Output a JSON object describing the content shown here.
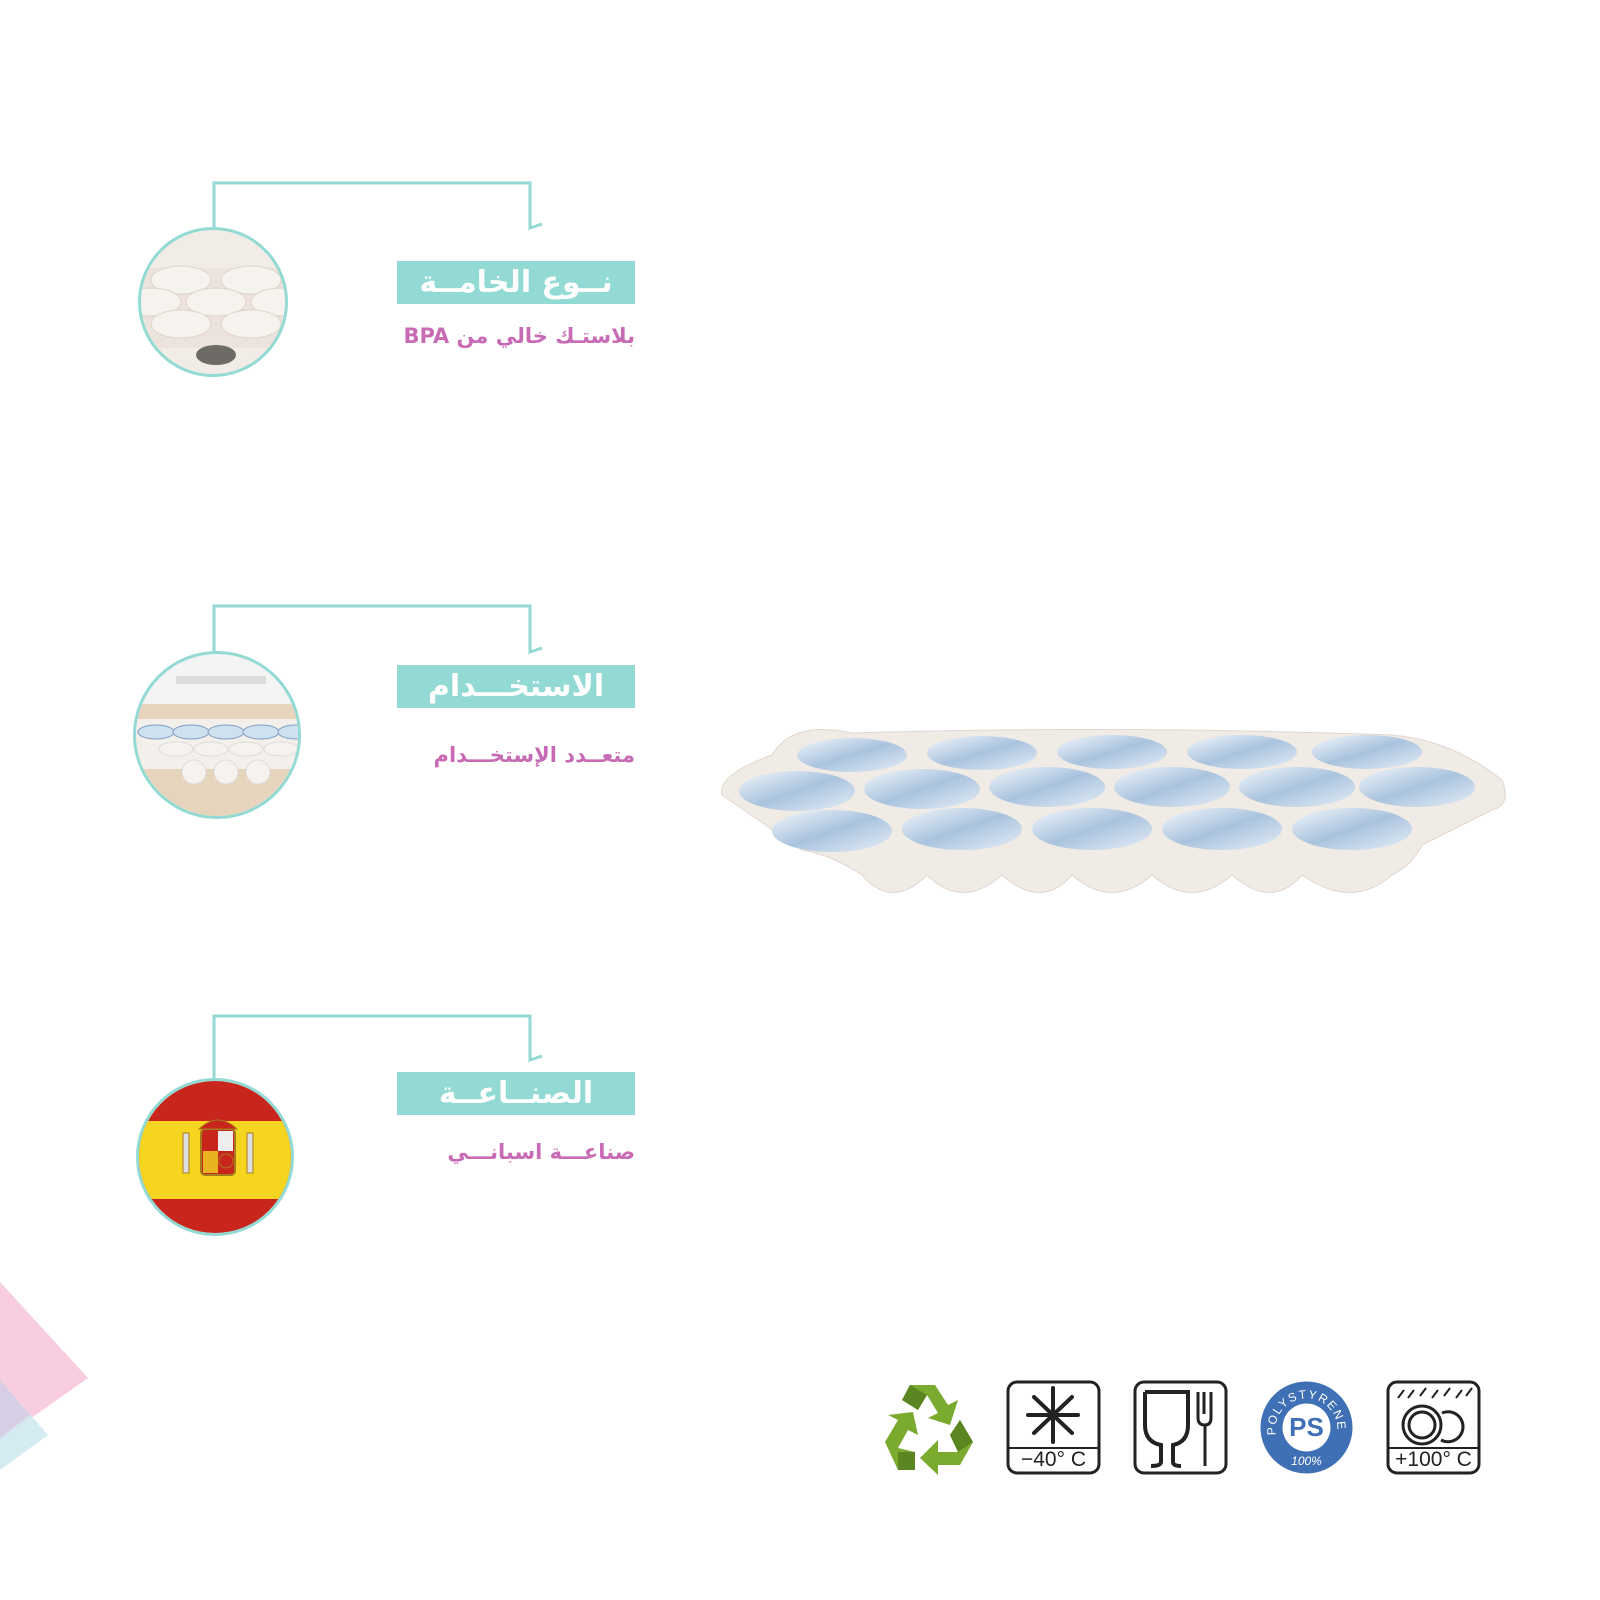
{
  "features": [
    {
      "title": "نــوع الخامــة",
      "value": "بلاستـك خالي من  BPA",
      "image": "tray-closeup"
    },
    {
      "title": "الاستخـــدام",
      "value": "متعــدد الإستخـــدام",
      "image": "tray-in-use"
    },
    {
      "title": "الصنــاعــة",
      "value": "صناعـــة اسبانـــي",
      "image": "spain-flag"
    }
  ],
  "badges": {
    "freezer": "−40° C",
    "ps_ring": "POLYSTYRENE",
    "ps_code": "PS",
    "ps_percent": "100%",
    "dishwasher": "+100° C"
  },
  "colors": {
    "accent": "#93dad5",
    "text_pink": "#c86bb5",
    "ps_blue": "#3f6fb5",
    "recycle_green": "#7aab2e"
  }
}
